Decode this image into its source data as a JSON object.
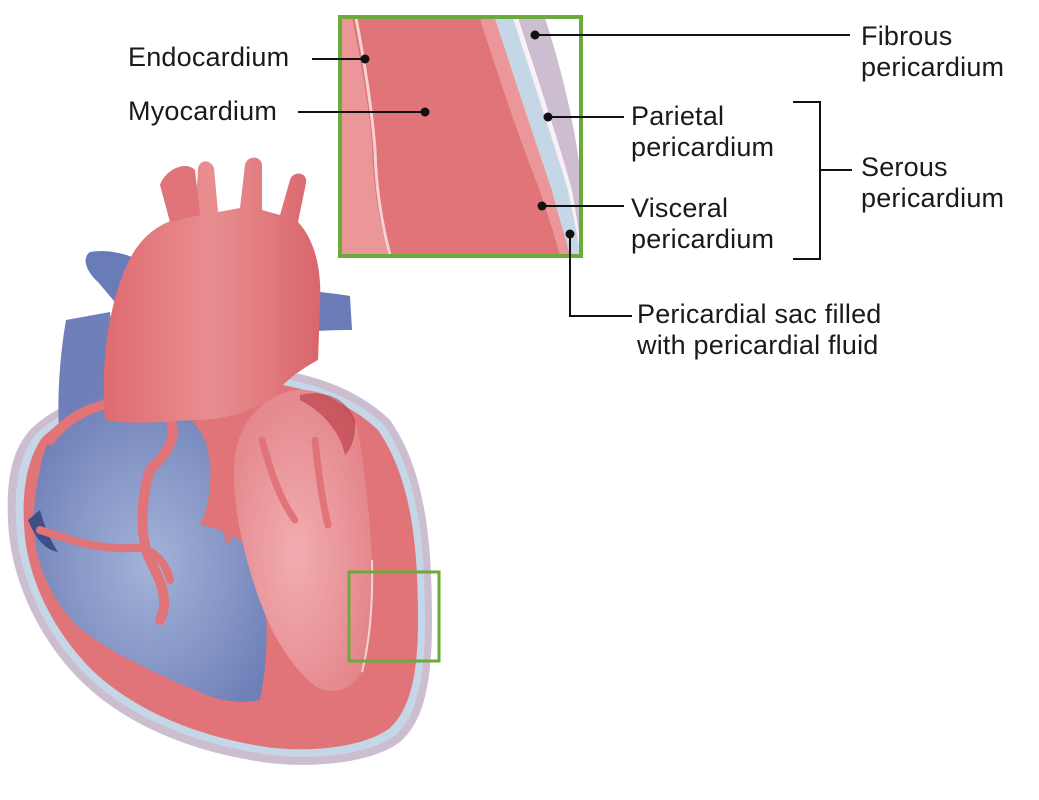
{
  "labels": {
    "endocardium": "Endocardium",
    "myocardium": "Myocardium",
    "fibrous_pericardium": "Fibrous\npericardium",
    "parietal_pericardium": "Parietal\npericardium",
    "serous_pericardium": "Serous\npericardium",
    "visceral_pericardium": "Visceral\npericardium",
    "pericardial_sac": "Pericardial sac filled\nwith pericardial fluid"
  },
  "colors": {
    "myocardium": "#e07478",
    "myocardium_light": "#eb979a",
    "endocardium_line": "#f6d2d2",
    "deoxygenated": "#7e8fc2",
    "deoxygenated_dark": "#4d5d99",
    "pericardial_fluid": "#c5d6e6",
    "fibrous_pericardium": "#cdbdd0",
    "highlight_box": "#6aab3c",
    "leader_line": "#111111"
  }
}
